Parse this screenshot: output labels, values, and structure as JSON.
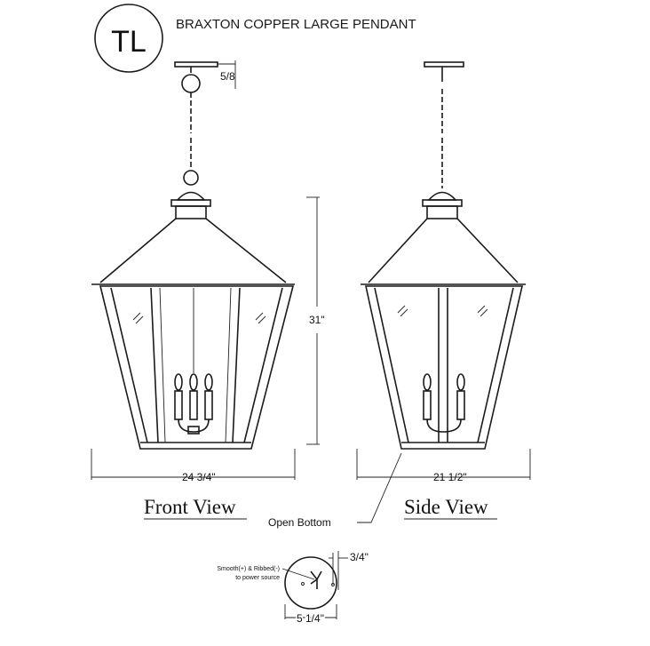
{
  "logo": {
    "text": "TL"
  },
  "title": "BRAXTON COPPER LARGE PENDANT",
  "dimensions": {
    "canopy_drop": "5/8",
    "height": "31\"",
    "front_width": "24 3/4\"",
    "side_width": "21 1/2\"",
    "canopy_offset": "3/4\"",
    "canopy_diameter": "5 1/4\""
  },
  "labels": {
    "front_view": "Front View",
    "side_view": "Side View",
    "open_bottom": "Open Bottom",
    "wiring_note_line1": "Smooth(+) & Ribbed(-)",
    "wiring_note_line2": "to power source"
  }
}
